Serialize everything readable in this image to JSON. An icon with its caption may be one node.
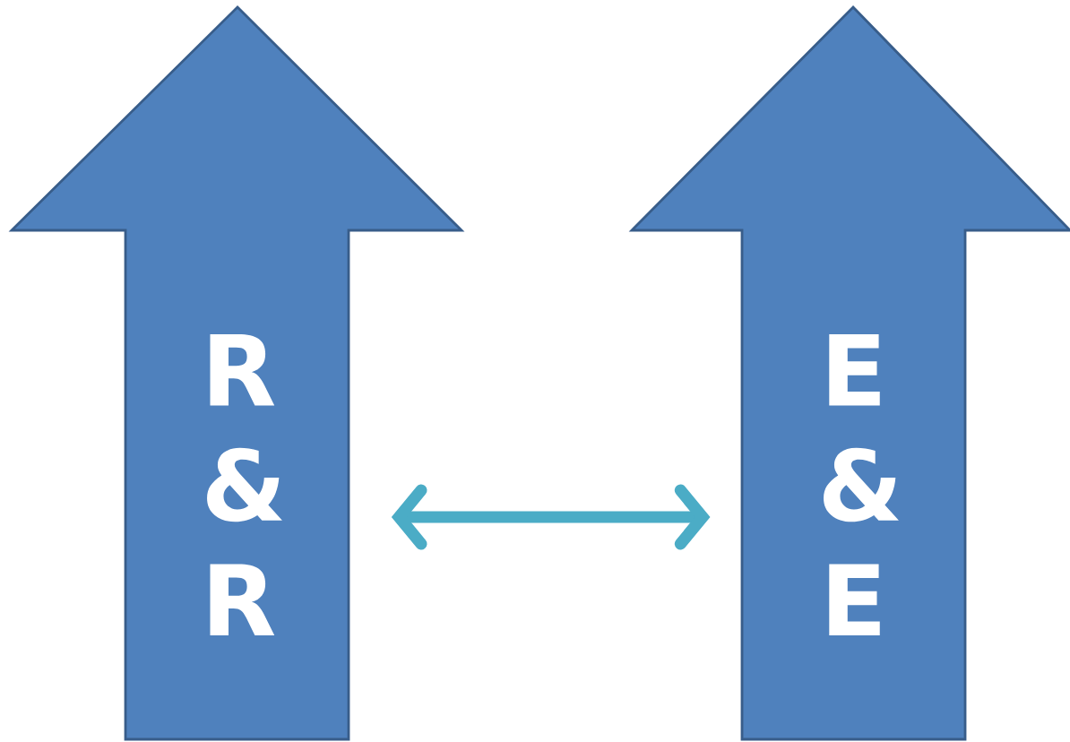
{
  "diagram": {
    "nodes": [
      {
        "text": [
          "R & R"
        ]
      },
      {
        "text": [
          "E & E"
        ]
      }
    ],
    "edges": [
      {
        "from": 0,
        "to": 1,
        "arrow": "both",
        "color": "#4bacc6"
      }
    ]
  }
}
